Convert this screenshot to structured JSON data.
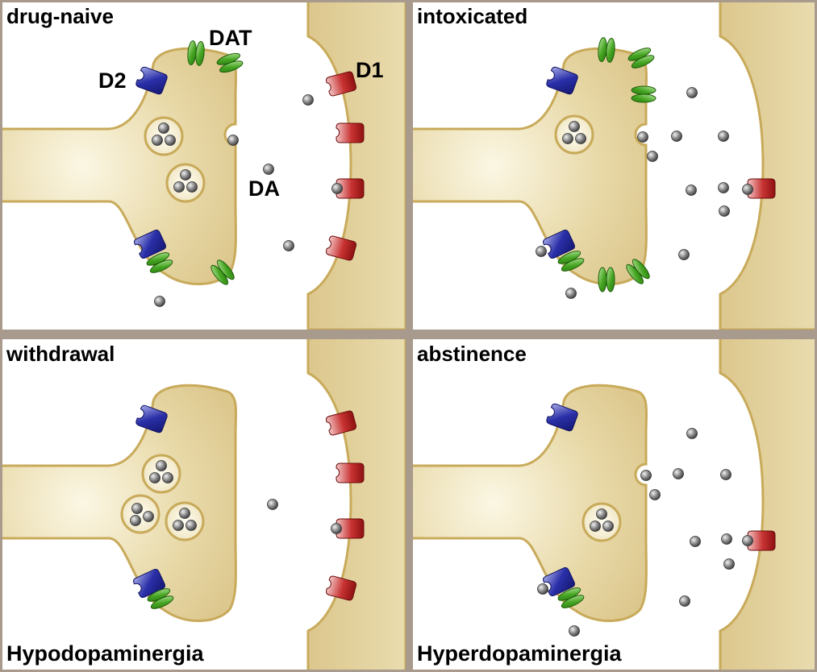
{
  "panels": {
    "drug_naive": {
      "title": "drug-naive"
    },
    "intoxicated": {
      "title": "intoxicated"
    },
    "withdrawal": {
      "title": "withdrawal",
      "caption": "Hypodopaminergia"
    },
    "abstinence": {
      "title": "abstinence",
      "caption": "Hyperdopaminergia"
    }
  },
  "labels": {
    "dat": "DAT",
    "d2": "D2",
    "d1": "D1",
    "da": "DA"
  },
  "colors": {
    "cell_fill": "#e4d49c",
    "cell_edge": "#c8aa5a",
    "d2_receptor": "#1c1f96",
    "d1_receptor": "#b01818",
    "dat_transporter": "#3e9e1e",
    "dopamine": "#777777",
    "panel_bg": "#ffffff",
    "panel_border": "#a89a8c"
  }
}
